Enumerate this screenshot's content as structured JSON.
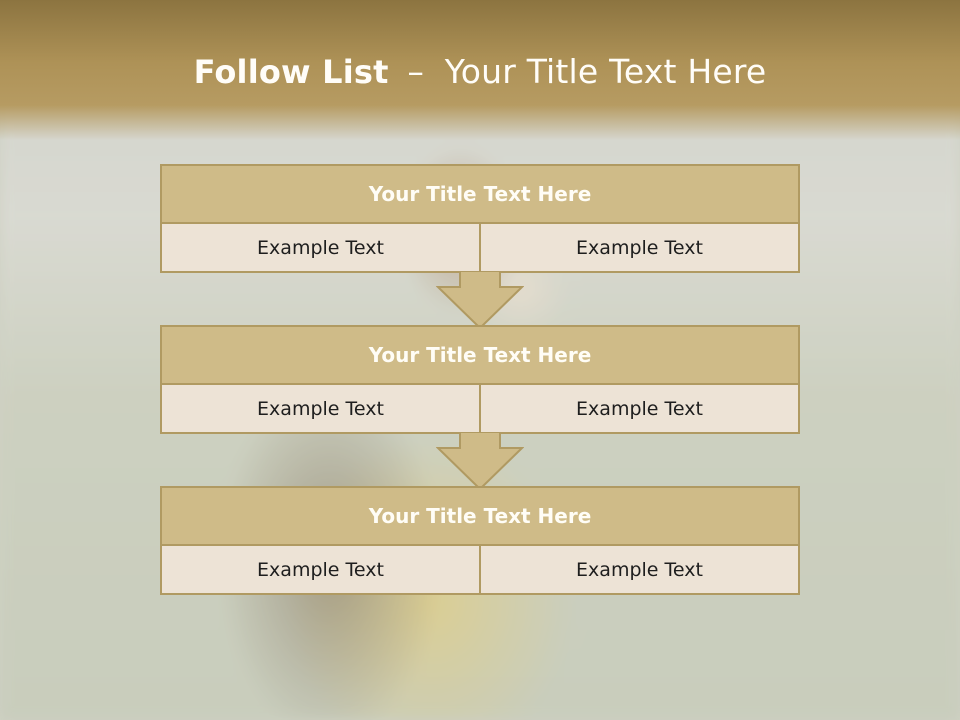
{
  "slide": {
    "title_bold": "Follow List",
    "title_separator": "–",
    "title_rest": "Your Title Text Here"
  },
  "blocks": [
    {
      "title": "Your Title Text Here",
      "left": "Example Text",
      "right": "Example Text"
    },
    {
      "title": "Your Title Text Here",
      "left": "Example Text",
      "right": "Example Text"
    },
    {
      "title": "Your Title Text Here",
      "left": "Example Text",
      "right": "Example Text"
    }
  ],
  "colors": {
    "header": "#ae9257",
    "block_title": "#cfbb88",
    "cell": "#ede3d6",
    "border": "#b09a62"
  }
}
